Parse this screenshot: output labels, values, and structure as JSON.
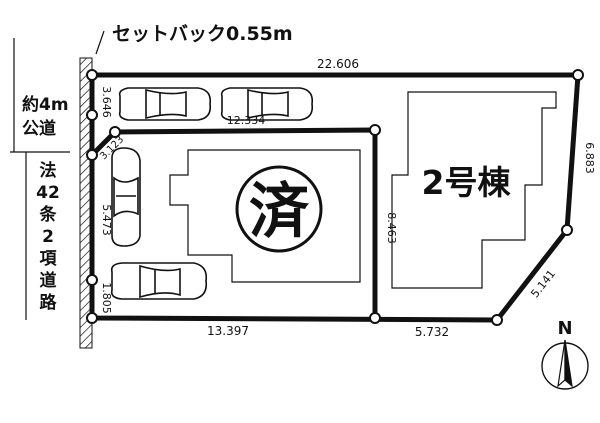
{
  "setback_label": "セットバック0.55m",
  "road": {
    "width_label_line1": "約4m",
    "width_label_line2": "公道",
    "type_label_chars": [
      "法",
      "42",
      "条",
      "2",
      "項",
      "道",
      "路"
    ]
  },
  "dimensions": {
    "top": "22.606",
    "left_upper": "3.646",
    "inner_top": "12.334",
    "left_angle": "3.123",
    "left_middle": "5.473",
    "left_lower": "1.805",
    "bottom_left": "13.397",
    "bottom_right": "5.732",
    "divider": "8.463",
    "right_upper": "6.883",
    "right_lower": "5.141"
  },
  "sold_stamp": "済",
  "building_label": "2号棟",
  "north_label": "N",
  "colors": {
    "line": "#111111",
    "background": "#ffffff"
  }
}
